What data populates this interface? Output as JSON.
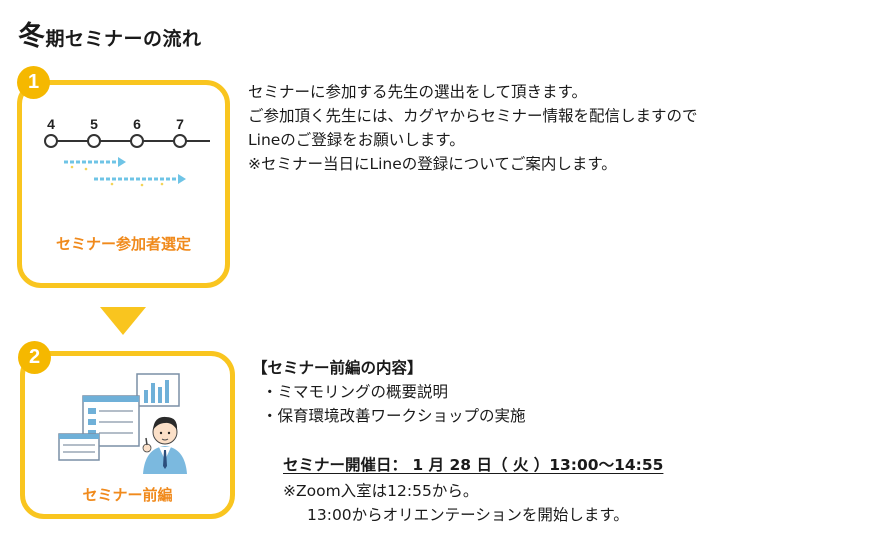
{
  "header": {
    "title_big": "冬",
    "title_rest": "期セミナーの流れ"
  },
  "steps": [
    {
      "number": "1",
      "label": "セミナー参加者選定",
      "timeline_numbers": [
        "4",
        "5",
        "6",
        "7"
      ],
      "description": [
        "セミナーに参加する先生の選出をして頂きます。",
        "ご参加頂く先生には、カグヤからセミナー情報を配信しますので",
        "Lineのご登録をお願いします。",
        "※セミナー当日にLineの登録についてご案内します。"
      ]
    },
    {
      "number": "2",
      "label": "セミナー前編",
      "section_title": "【セミナー前編の内容】",
      "bullets": [
        "・ミマモリングの概要説明",
        "・保育環境改善ワークショップの実施"
      ],
      "date_line": "セミナー開催日： 1 月 28 日（ 火 ）13:00〜14:55",
      "notes": [
        "※Zoom入室は12:55から。",
        "13:00からオリエンテーションを開始します。"
      ]
    }
  ],
  "colors": {
    "card_border": "#f9c51f",
    "step_badge": "#f5b800",
    "label_orange": "#f08a1c",
    "arrow_blue": "#6fc4e6"
  },
  "icons": [
    "timeline-illustration",
    "presenter-illustration",
    "arrow-down-icon"
  ]
}
